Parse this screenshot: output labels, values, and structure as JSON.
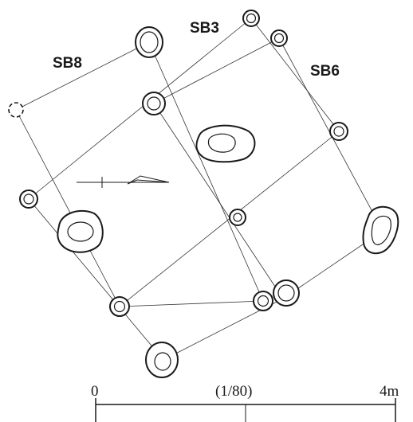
{
  "labels": {
    "sb8": "SB8",
    "sb3": "SB3",
    "sb6": "SB6"
  },
  "scale": {
    "start": "0",
    "ratio": "(1/80)",
    "end": "4m"
  },
  "colors": {
    "ink": "#1a1a1a",
    "paper": "#ffffff"
  }
}
